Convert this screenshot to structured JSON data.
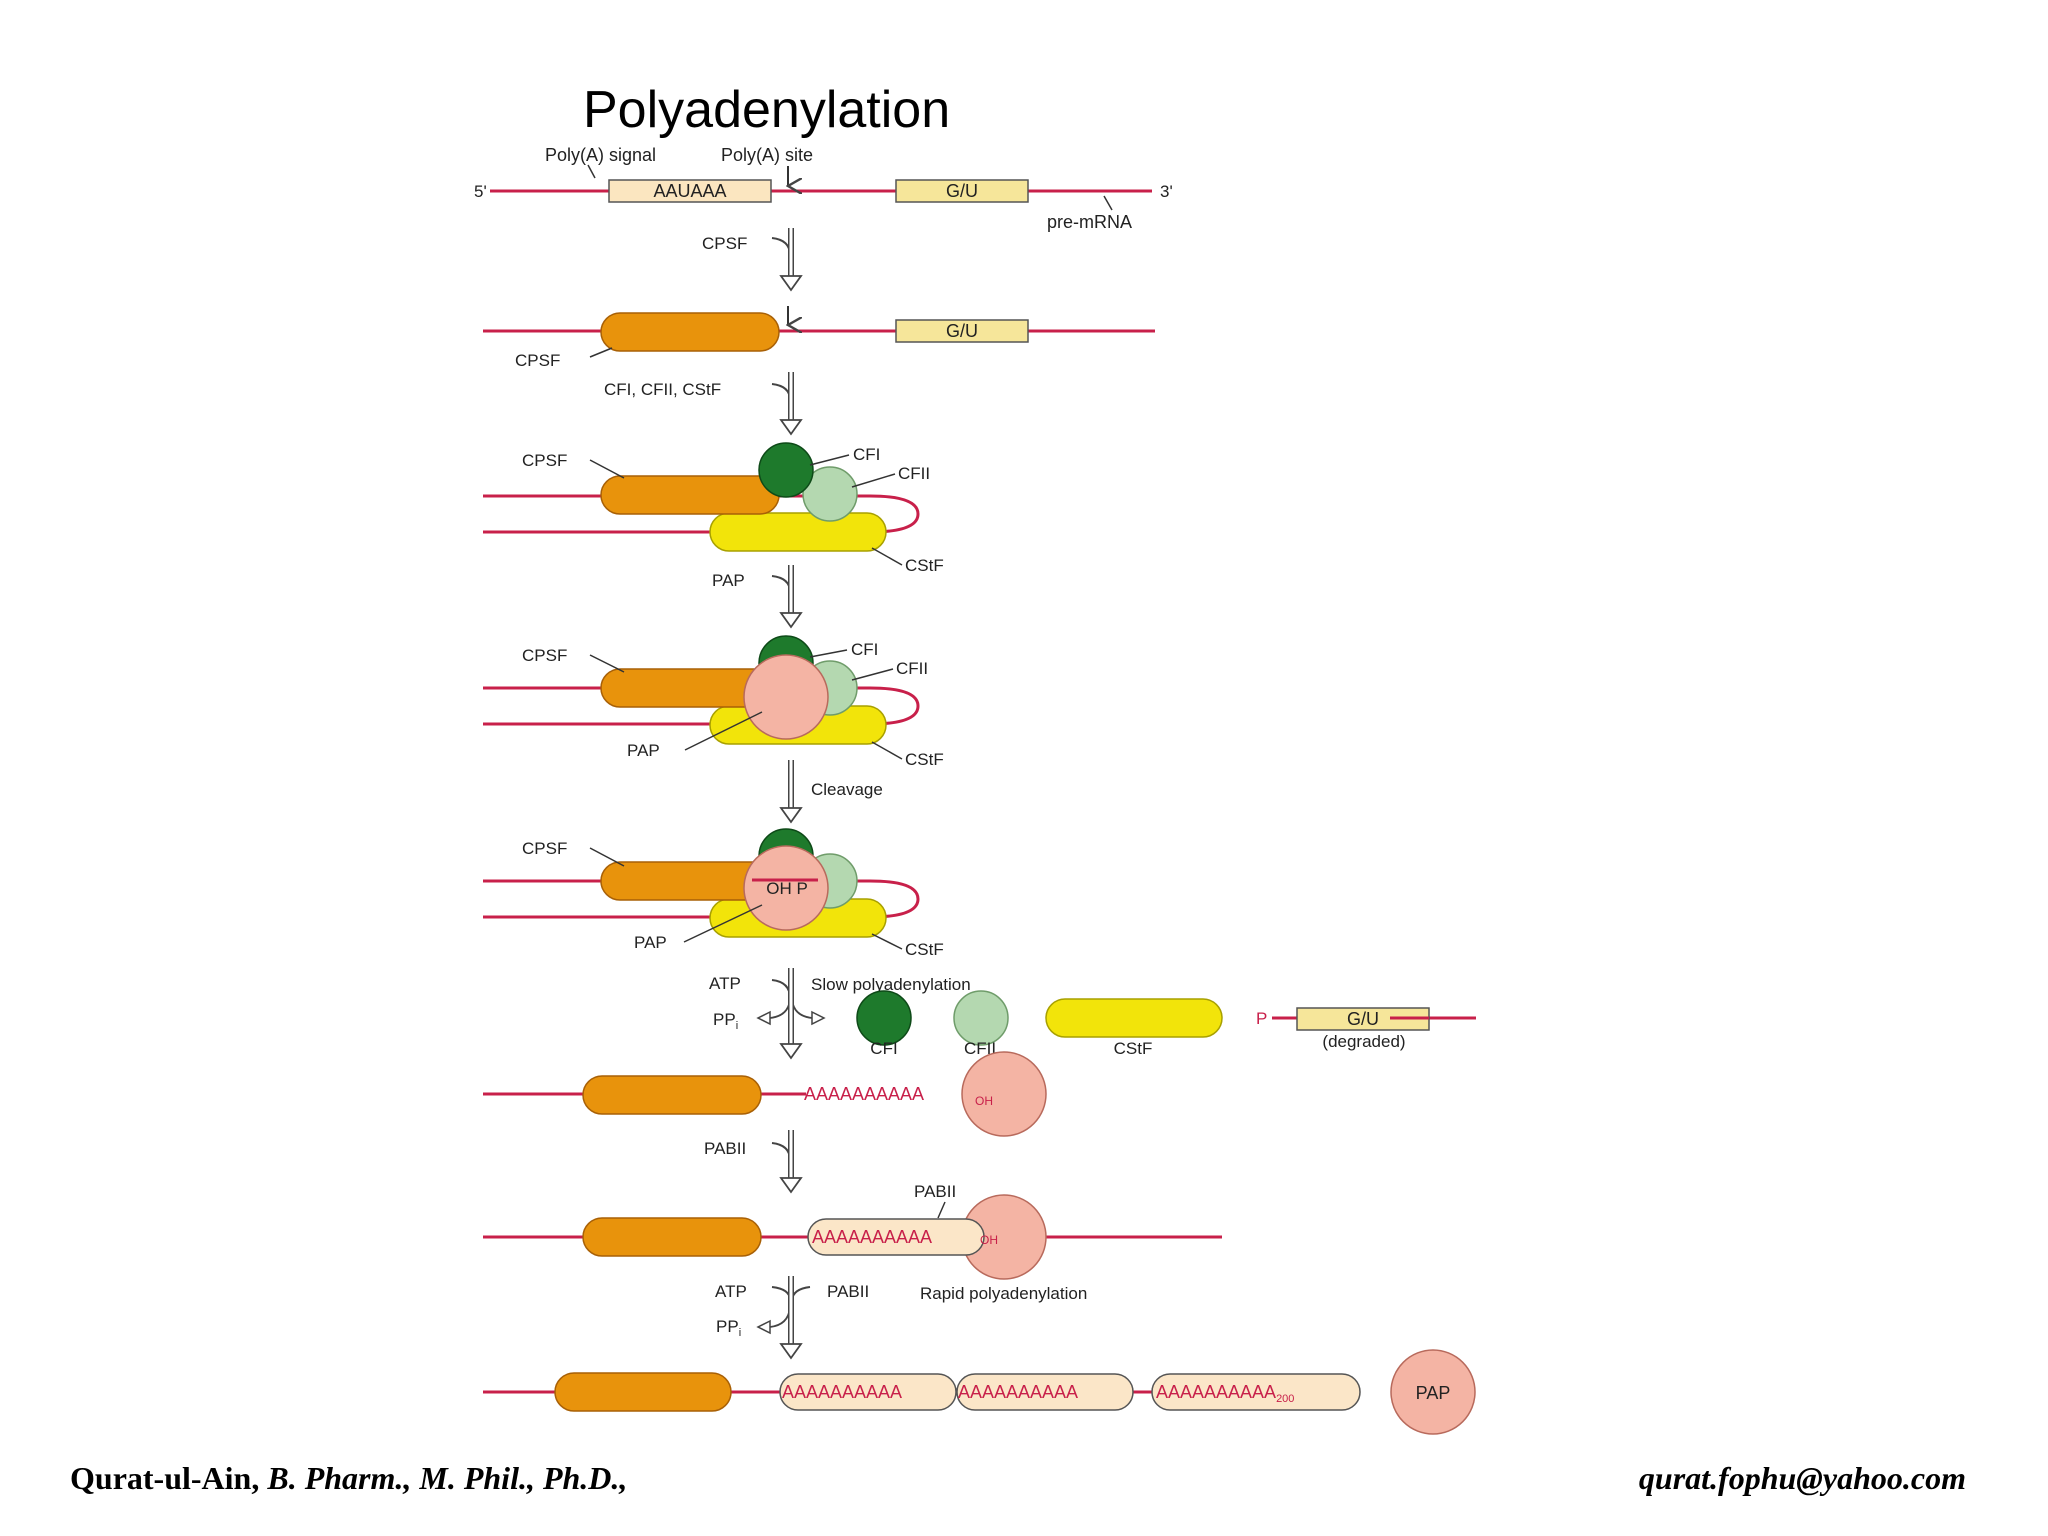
{
  "title": "Polyadenylation",
  "footer": {
    "author_name": "Qurat-ul-Ain,",
    "author_degrees": "B. Pharm., M. Phil., Ph.D.,",
    "email": "qurat.fophu@yahoo.com"
  },
  "diagram": {
    "end_5": "5'",
    "end_3": "3'",
    "polya_signal_label": "Poly(A) signal",
    "polya_site_label": "Poly(A) site",
    "signal_sequence": "AAUAAA",
    "gu_element": "G/U",
    "pre_mrna_label": "pre-mRNA",
    "cpsf": "CPSF",
    "step_factors_2": "CFI, CFII, CStF",
    "cfi": "CFI",
    "cfii": "CFII",
    "cstf": "CStF",
    "pap": "PAP",
    "cleavage": "Cleavage",
    "oh_p": "OH P",
    "atp": "ATP",
    "ppi": "PP",
    "ppi_sub": "i",
    "slow_polyadenylation": "Slow polyadenylation",
    "p_marker": "P",
    "degraded": "(degraded)",
    "poly_a_run": "AAAAAAAAAA",
    "oh": "OH",
    "pabii": "PABII",
    "rapid_polyadenylation": "Rapid polyadenylation",
    "subscript_200": "200"
  },
  "colors": {
    "rna_line": "#c8204a",
    "cpsf": "#e8930c",
    "cstf": "#f2e40a",
    "cfi": "#1e7a2c",
    "cfii": "#b4d8b0",
    "pap": "#f4b4a4",
    "box_fill": "#fbe6c0",
    "gu_fill": "#f6e69a",
    "pabii_fill": "#fbe6c8"
  }
}
